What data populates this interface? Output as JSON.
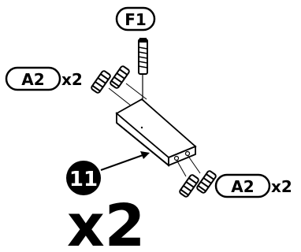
{
  "parts": {
    "f1": {
      "code": "F1"
    },
    "a2_top": {
      "code": "A2",
      "qty": "x2"
    },
    "a2_bottom": {
      "code": "A2",
      "qty": "x2"
    }
  },
  "step": {
    "number": "11",
    "multiplier": "x2"
  }
}
